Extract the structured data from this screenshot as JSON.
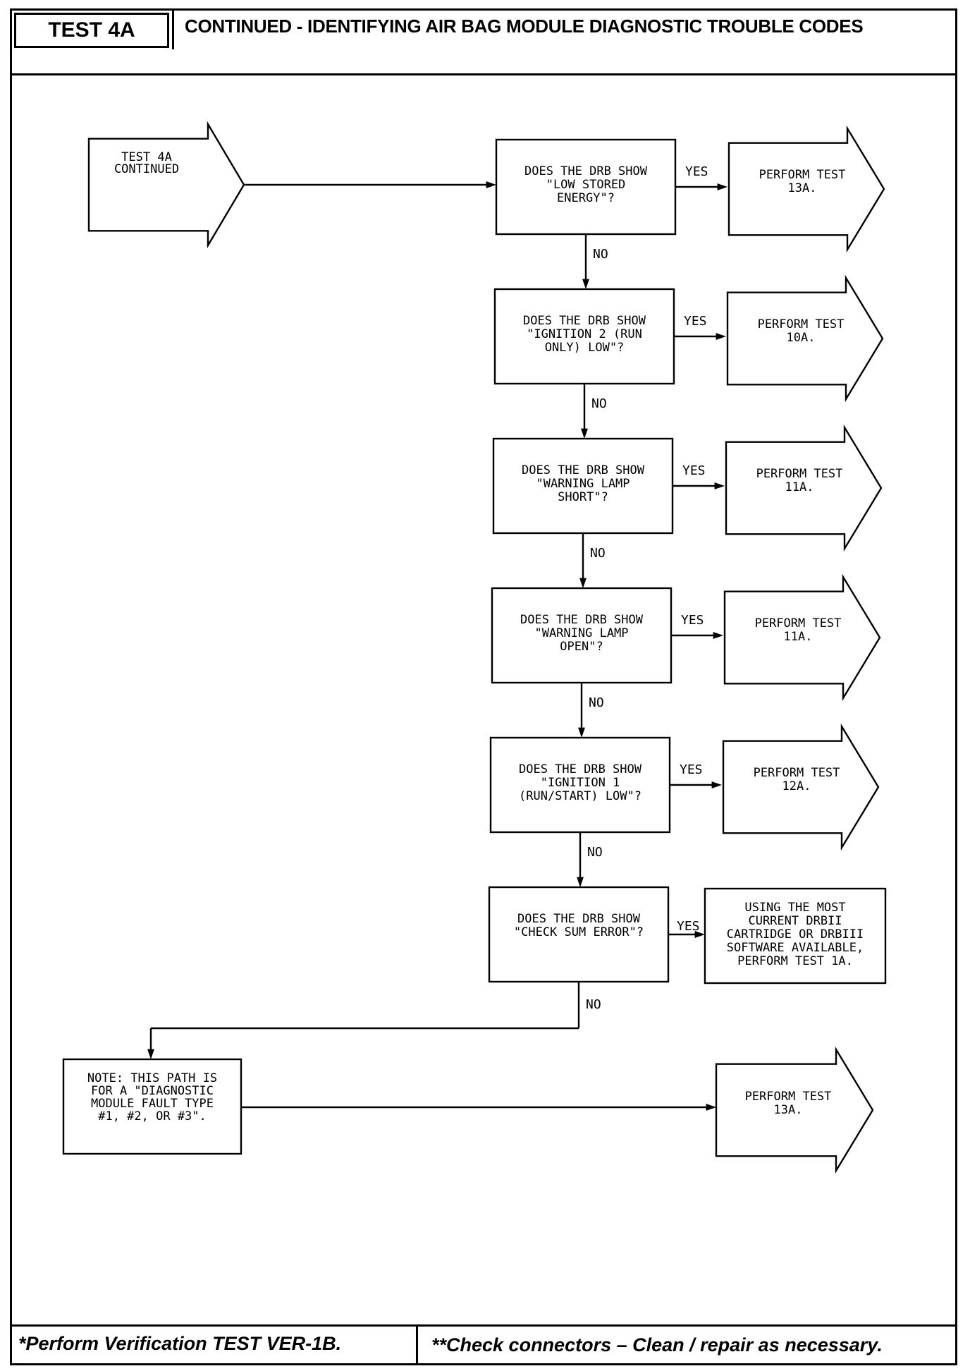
{
  "header": {
    "test_id": "TEST 4A",
    "title": "CONTINUED -  IDENTIFYING AIR BAG MODULE DIAGNOSTIC TROUBLE CODES"
  },
  "start": {
    "lines": [
      "TEST 4A",
      "CONTINUED"
    ]
  },
  "labels": {
    "yes": "YES",
    "no": "NO"
  },
  "questions": [
    {
      "lines": [
        "DOES THE DRB SHOW",
        "\"LOW STORED",
        "ENERGY\"?"
      ],
      "result": [
        "PERFORM TEST",
        "13A."
      ]
    },
    {
      "lines": [
        "DOES THE DRB SHOW",
        "\"IGNITION 2 (RUN",
        "ONLY) LOW\"?"
      ],
      "result": [
        "PERFORM TEST",
        "10A."
      ]
    },
    {
      "lines": [
        "DOES THE DRB SHOW",
        "\"WARNING LAMP",
        "SHORT\"?"
      ],
      "result": [
        "PERFORM TEST",
        "11A."
      ]
    },
    {
      "lines": [
        "DOES THE DRB SHOW",
        "\"WARNING LAMP",
        "OPEN\"?"
      ],
      "result": [
        "PERFORM TEST",
        "11A."
      ]
    },
    {
      "lines": [
        "DOES THE DRB SHOW",
        "\"IGNITION 1",
        "(RUN/START) LOW\"?"
      ],
      "result": [
        "PERFORM TEST",
        "12A."
      ]
    },
    {
      "lines": [
        "DOES THE DRB SHOW",
        "\"CHECK SUM ERROR\"?"
      ],
      "result": [
        "USING THE MOST",
        "CURRENT DRBII",
        "CARTRIDGE OR DRBIII",
        "SOFTWARE AVAILABLE,",
        "PERFORM TEST 1A."
      ]
    }
  ],
  "note": {
    "lines": [
      "NOTE: THIS PATH IS",
      "FOR A \"DIAGNOSTIC",
      "MODULE FAULT TYPE",
      "#1, #2, OR #3\"."
    ],
    "result": [
      "PERFORM TEST",
      "13A."
    ]
  },
  "footer": {
    "left": "*Perform Verification TEST VER-1B.",
    "right": "**Check connectors – Clean / repair as necessary."
  }
}
